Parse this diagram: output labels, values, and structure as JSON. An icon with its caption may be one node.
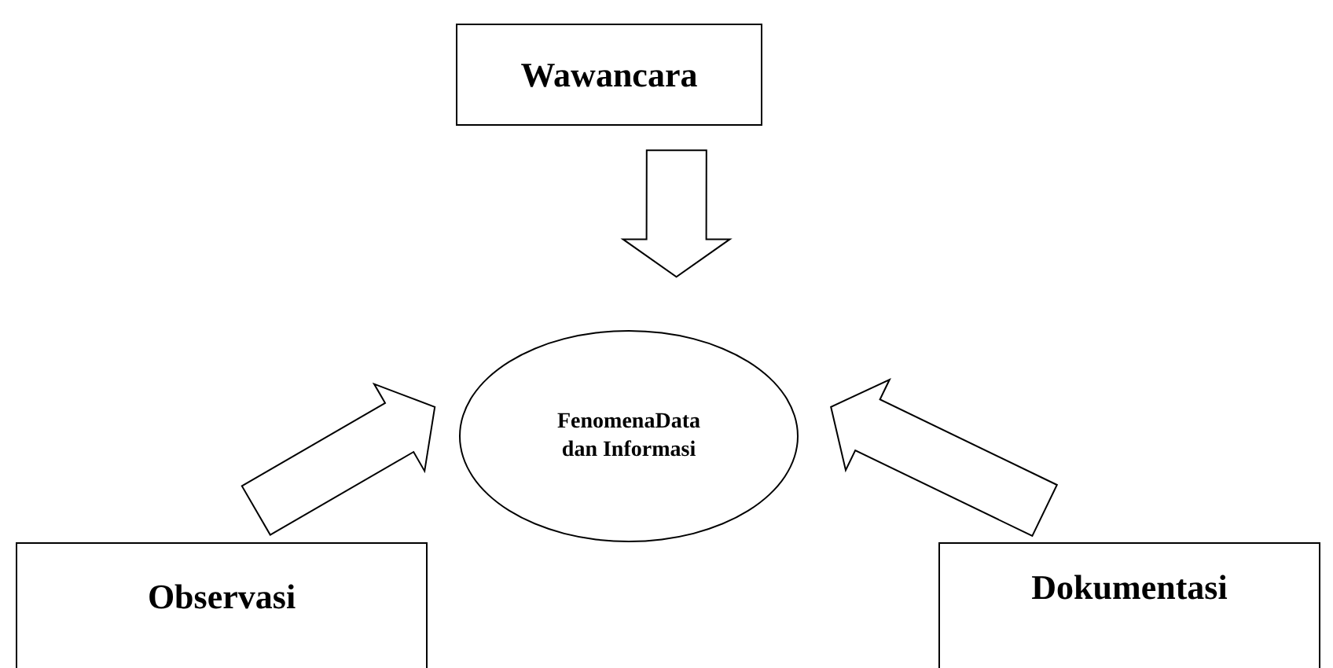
{
  "diagram": {
    "nodes": [
      {
        "text": [
          "Wawancara"
        ]
      },
      {
        "text": [
          "FenomenaData dan Informasi"
        ]
      },
      {
        "text": [
          "Observasi"
        ]
      },
      {
        "text": [
          "Dokumentasi"
        ]
      }
    ],
    "edges": [
      {
        "from": 0,
        "to": 1,
        "arrow": "to"
      },
      {
        "from": 2,
        "to": 1,
        "arrow": "to"
      },
      {
        "from": 3,
        "to": 1,
        "arrow": "to"
      }
    ]
  }
}
